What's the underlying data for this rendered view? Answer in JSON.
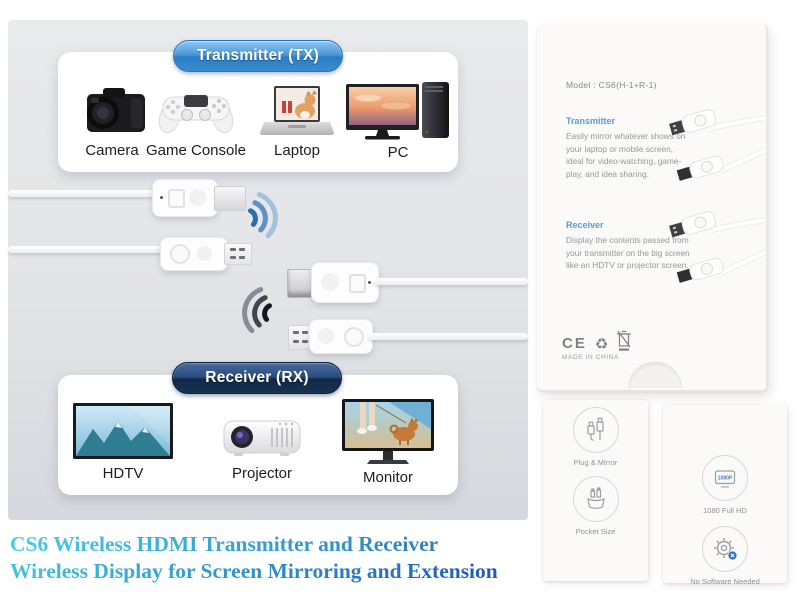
{
  "panel": {
    "tx": {
      "badge": "Transmitter (TX)",
      "devices": [
        {
          "label": "Camera"
        },
        {
          "label": "Game Console"
        },
        {
          "label": "Laptop"
        },
        {
          "label": "PC"
        }
      ]
    },
    "rx": {
      "badge": "Receiver (RX)",
      "devices": [
        {
          "label": "HDTV"
        },
        {
          "label": "Projector"
        },
        {
          "label": "Monitor"
        }
      ]
    }
  },
  "caption": {
    "line1": "CS6 Wireless HDMI Transmitter and Receiver",
    "line2": "Wireless Display for Screen Mirroring and Extension"
  },
  "box": {
    "model": "Model : CS6(H-1+R-1)",
    "sections": [
      {
        "heading": "Transmitter",
        "body": "Easily mirror whatever shows on your laptop or mobile screen, ideal for video-watching, game-play, and idea sharing."
      },
      {
        "heading": "Receiver",
        "body": "Display the contents passed from your transmitter on the big screen like an HDTV or projector screen."
      }
    ],
    "ce_mark": "CE",
    "recycle_glyph": "♻",
    "origin": "MADE IN CHINA"
  },
  "features": [
    {
      "label": "Plug & Mirror"
    },
    {
      "label": "Pocket Size"
    },
    {
      "label": "1080 Full HD",
      "screen_text": "1080P"
    },
    {
      "label": "No Software Needed"
    }
  ],
  "colors": {
    "tx_pill": "#2F82C6",
    "rx_pill": "#112A4A",
    "caption_start": "#44CBE4",
    "caption_end": "#1E5BBC",
    "accent_blue": "#5B9BD5",
    "panel_bg": "#E2E4E7"
  }
}
